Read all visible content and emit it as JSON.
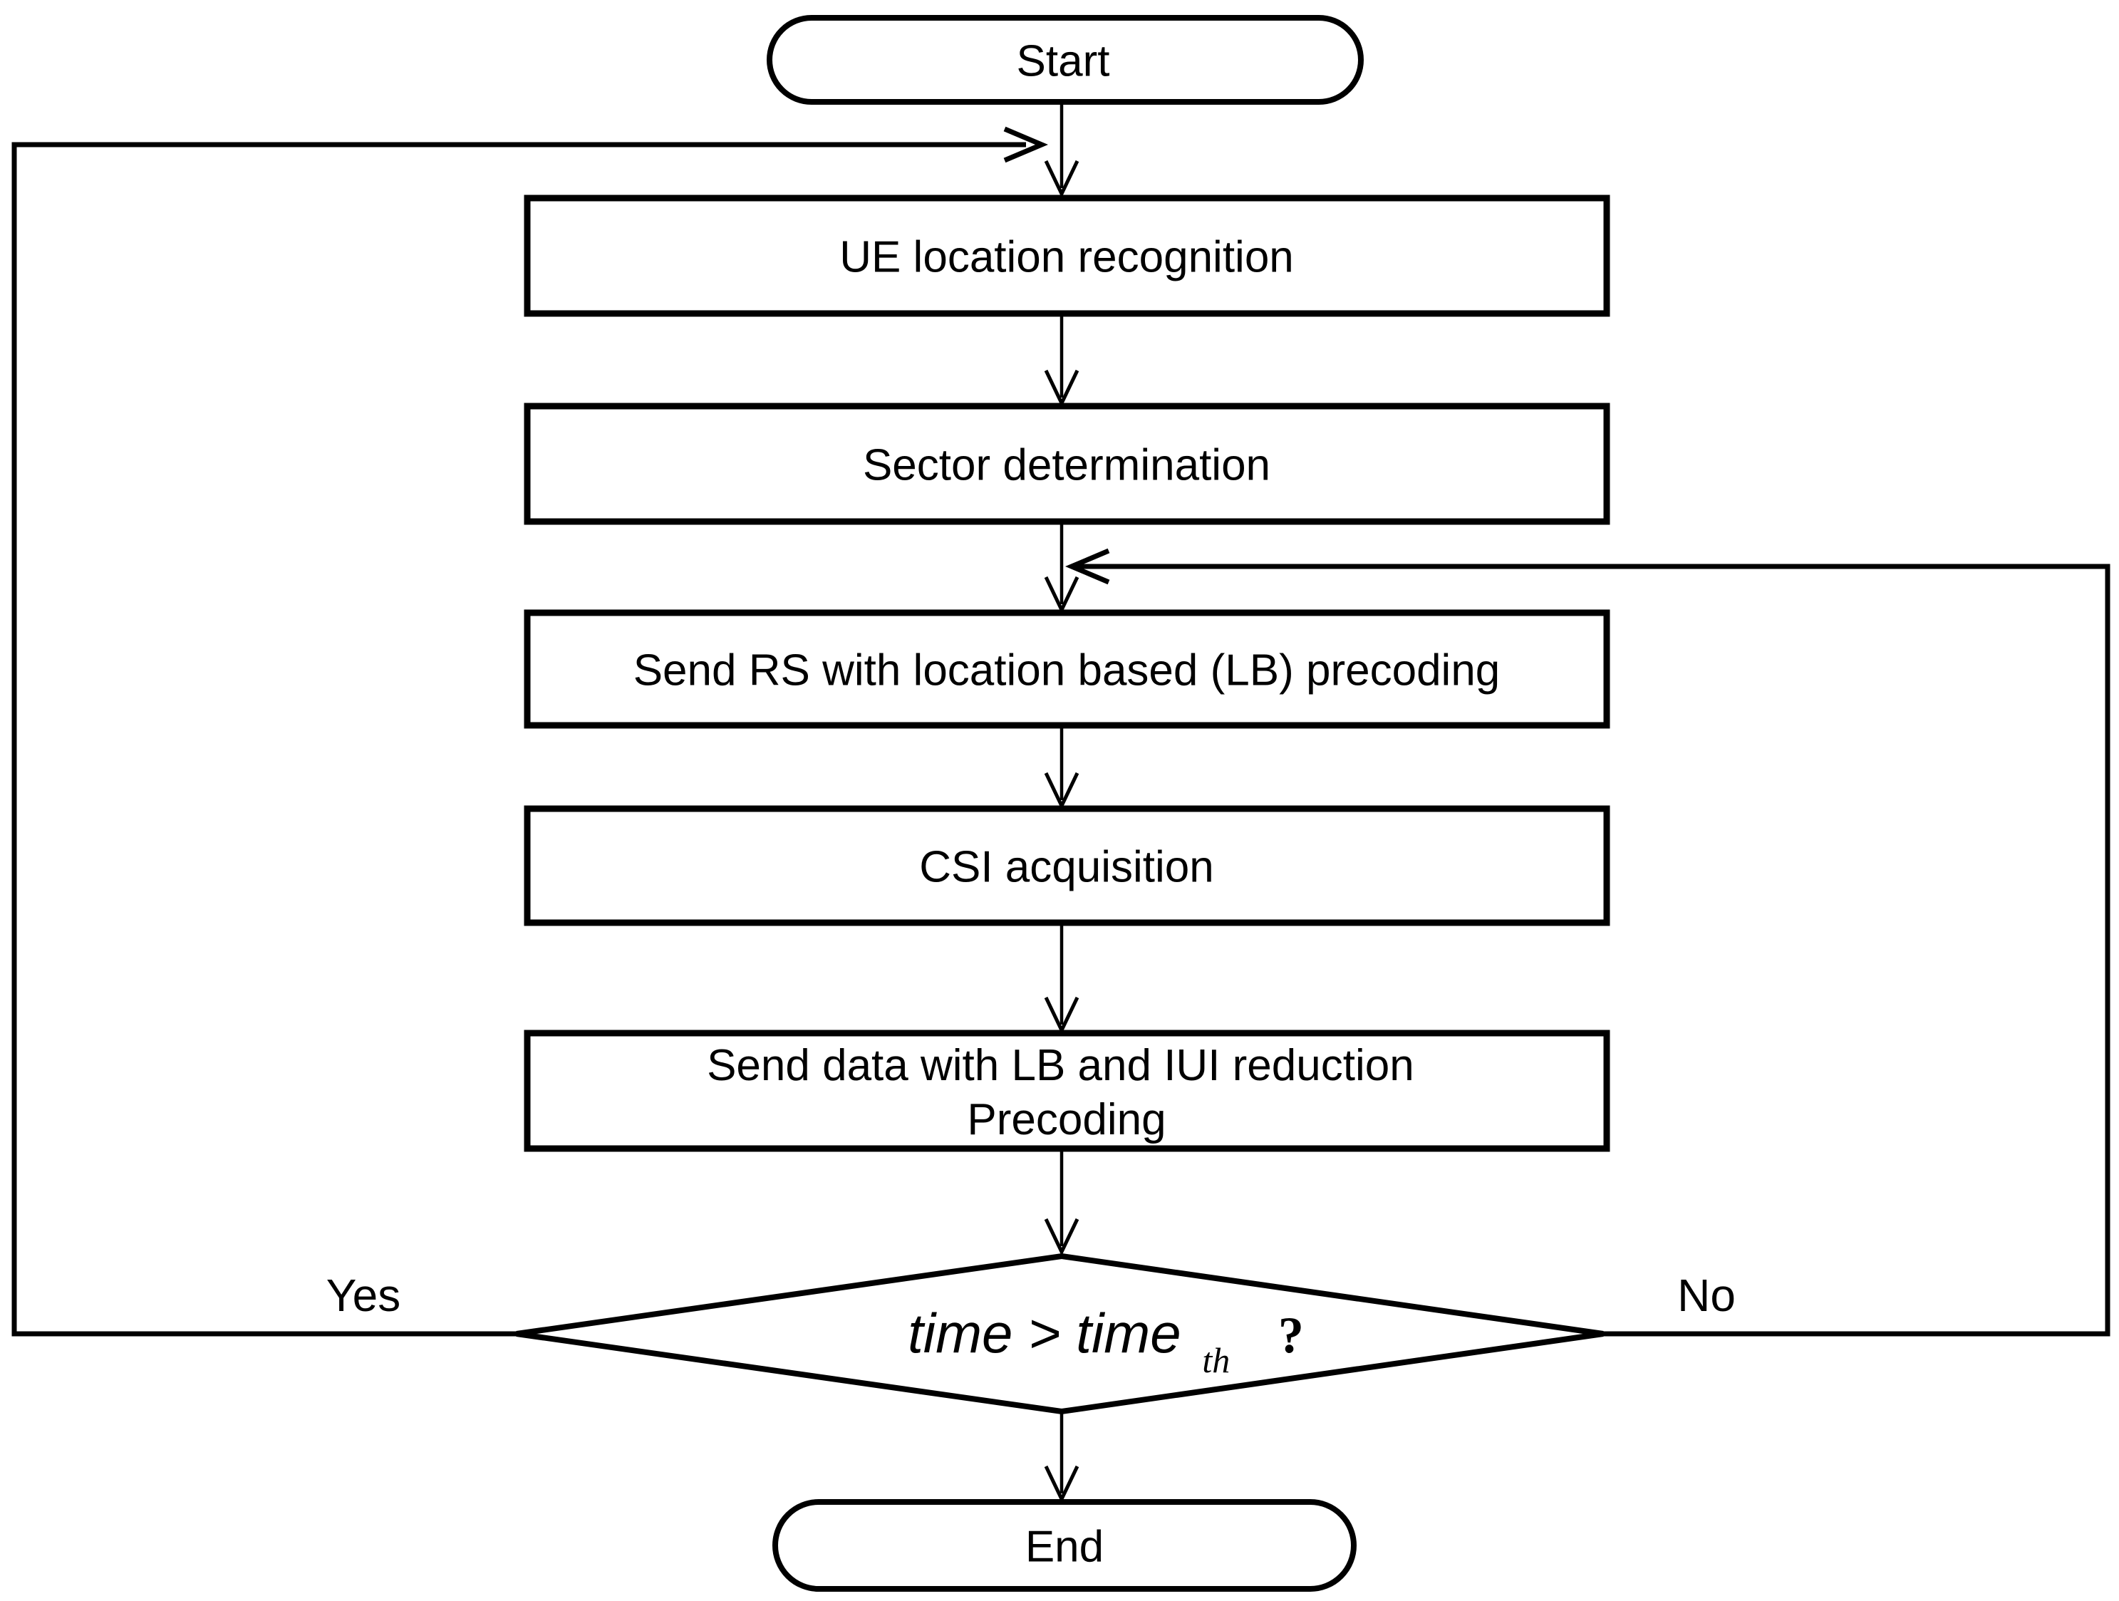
{
  "diagram": {
    "colors": {
      "stroke": "#000000",
      "background": "#ffffff"
    },
    "nodes": {
      "start": {
        "label": "Start"
      },
      "ue_location_recognition": {
        "label": "UE location recognition"
      },
      "sector_determination": {
        "label": "Sector determination"
      },
      "send_rs_precoding": {
        "label": "Send RS with location based (LB) precoding"
      },
      "csi_acquisition": {
        "label": "CSI acquisition"
      },
      "send_data_precoding": {
        "line1": "Send data with LB and IUI reduction",
        "line2": "Precoding"
      },
      "time_decision": {
        "expression": "time > time",
        "subscript": "th",
        "question_mark": "?"
      },
      "end": {
        "label": "End"
      }
    },
    "edge_labels": {
      "yes": "Yes",
      "no": "No"
    }
  }
}
